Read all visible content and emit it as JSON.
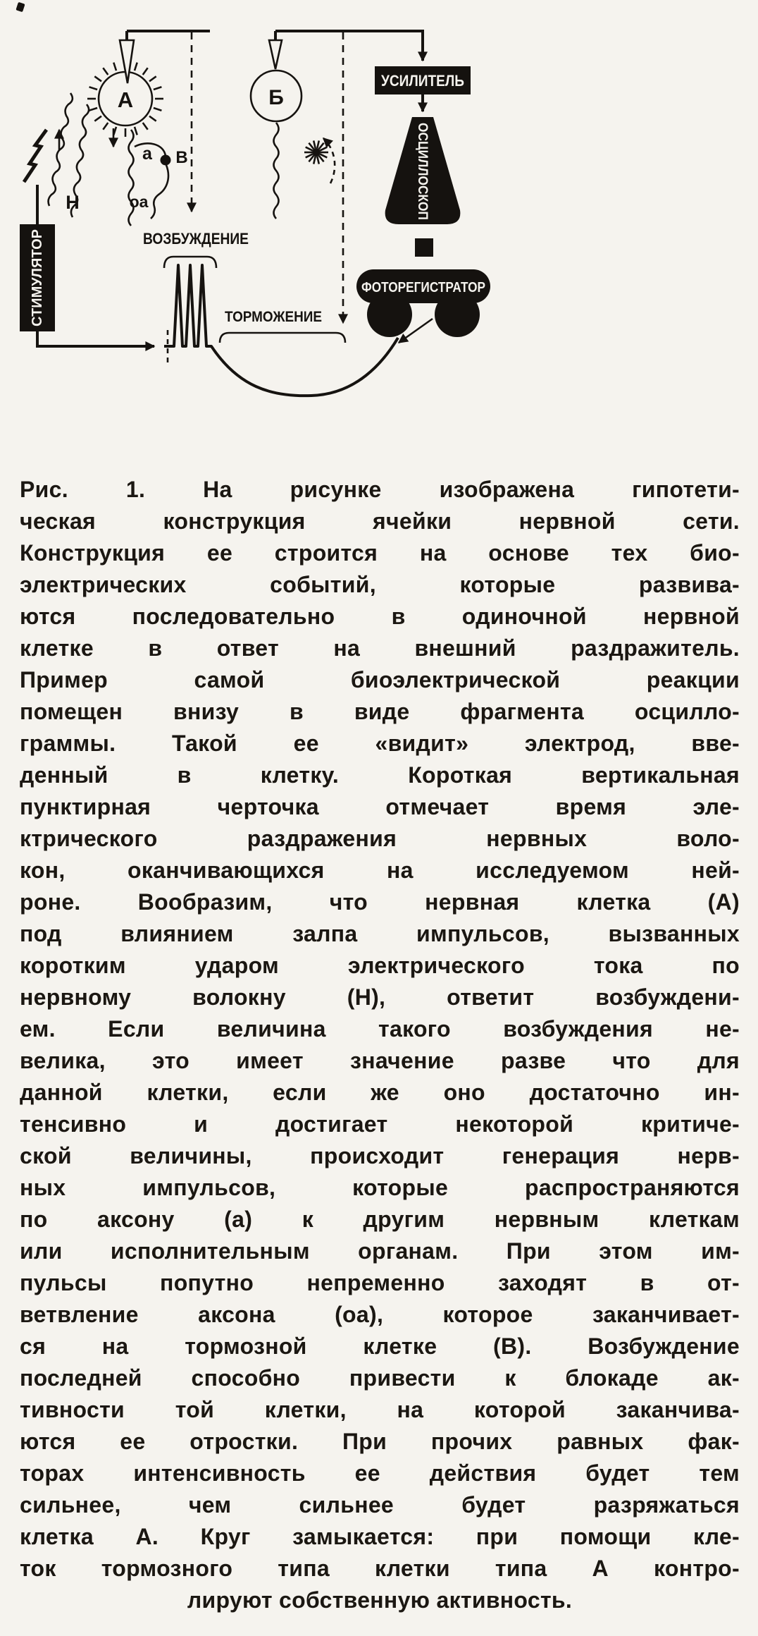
{
  "figure": {
    "labels": {
      "stimulator": "СТИМУЛЯТОР",
      "amplifier": "УСИЛИТЕЛЬ",
      "oscilloscope": "ОСЦИЛЛОСКОП",
      "photorecorder": "ФОТОРЕГИСТРАТОР",
      "excitation": "ВОЗБУЖДЕНИЕ",
      "inhibition": "ТОРМОЖЕНИЕ",
      "cell_a": "А",
      "cell_b": "Б",
      "cell_v": "В",
      "axon": "а",
      "axon_branch": "оа",
      "nerve_fiber": "Н"
    }
  },
  "caption": {
    "lines": [
      "Рис. 1. На рисунке изображена гипотети-",
      "ческая конструкция ячейки нервной сети.",
      "Конструкция ее строится на основе тех био-",
      "электрических событий, которые развива-",
      "ются последовательно в одиночной нервной",
      "клетке в ответ на внешний раздражитель.",
      "Пример самой биоэлектрической реакции",
      "помещен внизу в виде фрагмента осцилло-",
      "граммы. Такой ее «видит» электрод, вве-",
      "денный в клетку. Короткая вертикальная",
      "пунктирная черточка отмечает время эле-",
      "ктрического раздражения нервных воло-",
      "кон, оканчивающихся на исследуемом ней-",
      "роне. Вообразим, что нервная  клетка (А)",
      "под влиянием залпа импульсов, вызванных",
      "коротким ударом электрического тока по",
      "нервному волокну (Н), ответит возбуждени-",
      "ем. Если величина такого возбуждения не-",
      "велика, это имеет значение разве что для",
      "данной клетки, если же оно достаточно ин-",
      "тенсивно и достигает некоторой  критиче-",
      "ской величины, происходит генерация нерв-",
      "ных импульсов, которые распространяются",
      "по аксону (а) к другим нервным клеткам",
      "или исполнительным органам. При этом им-",
      "пульсы попутно непременно заходят в от-",
      "ветвление аксона (оа), которое заканчивает-",
      "ся на тормозной клетке (В). Возбуждение",
      "последней способно привести к блокаде ак-",
      "тивности той клетки, на которой заканчива-",
      "ются ее отростки. При прочих равных фак-",
      "торах интенсивность ее действия будет тем",
      "сильнее, чем сильнее будет разряжаться",
      "клетка А. Круг замыкается: при помощи кле-",
      "ток тормозного типа клетки типа А контро-",
      "лируют собственную активность."
    ]
  }
}
